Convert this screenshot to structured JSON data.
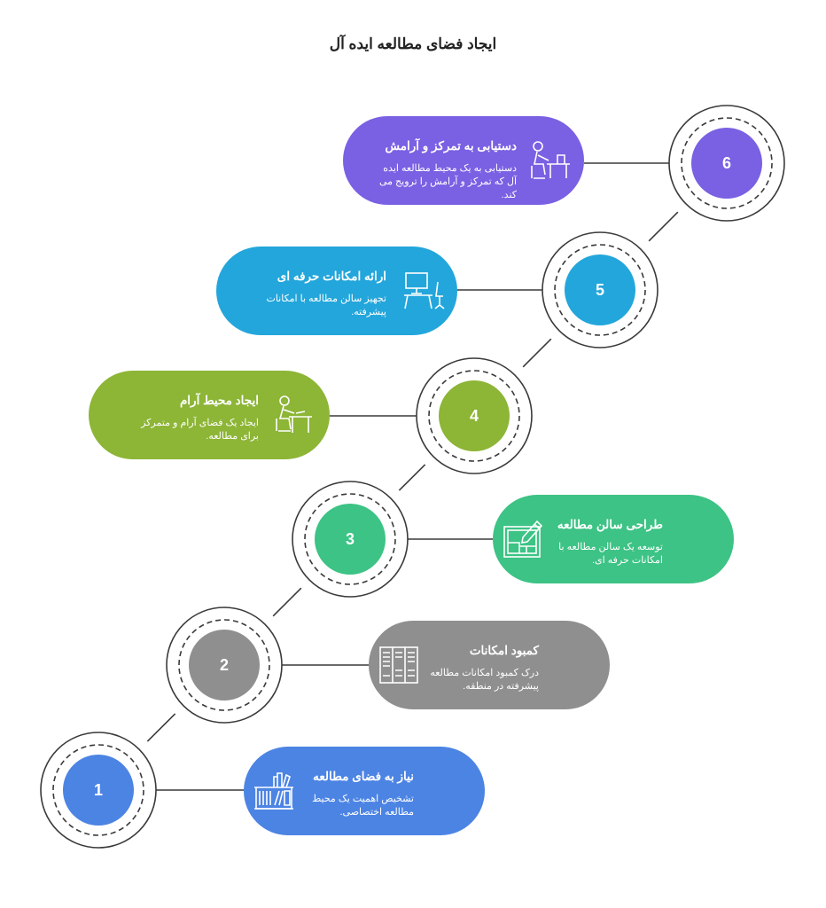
{
  "title": "ایجاد فضای مطالعه ایده آل",
  "steps": [
    {
      "number": "1",
      "title": "نیاز به فضای مطالعه",
      "description": "تشخیص اهمیت یک محیط مطالعه اختصاصی.",
      "color": "#4C84E4",
      "icon": "bookshelf-icon"
    },
    {
      "number": "2",
      "title": "کمبود امکانات",
      "description": "درک کمبود امکانات مطالعه پیشرفته در منطقه.",
      "color": "#8F8F8F",
      "icon": "lockers-icon"
    },
    {
      "number": "3",
      "title": "طراحی سالن مطالعه",
      "description": "توسعه یک سالن مطالعه با امکانات حرفه ای.",
      "color": "#3CC385",
      "icon": "blueprint-pencil-icon"
    },
    {
      "number": "4",
      "title": "ایجاد محیط آرام",
      "description": "ایجاد یک فضای آرام و متمرکز برای مطالعه.",
      "color": "#8DB536",
      "icon": "person-studying-icon"
    },
    {
      "number": "5",
      "title": "ارائه امکانات حرفه ای",
      "description": "تجهیز سالن مطالعه با امکانات پیشرفته.",
      "color": "#23A6DB",
      "icon": "computer-desk-icon"
    },
    {
      "number": "6",
      "title": "دستیابی به تمرکز و آرامش",
      "description": "دستیابی به یک محیط مطالعه ایده آل که تمرکز و آرامش را ترویج می کند.",
      "color": "#7A60E3",
      "icon": "person-at-desk-icon"
    }
  ]
}
